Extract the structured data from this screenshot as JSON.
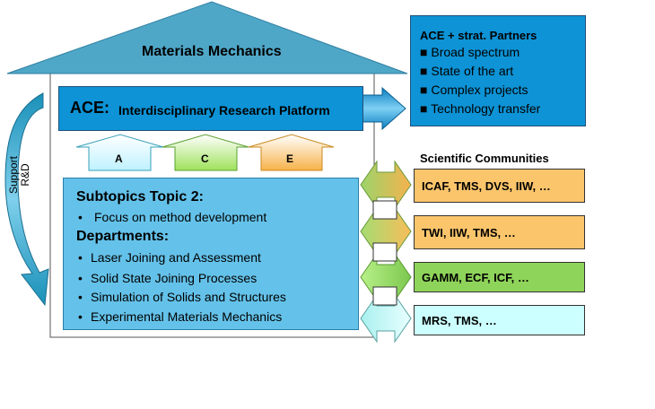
{
  "house": {
    "roof_title": "Materials Mechanics"
  },
  "ace": {
    "prefix": "ACE:",
    "label": "Interdisciplinary  Research Platform"
  },
  "arrows_up": [
    {
      "label": "A",
      "color": "#ccffff"
    },
    {
      "label": "C",
      "color": "#b3f07a"
    },
    {
      "label": "E",
      "color": "#fbc56c"
    }
  ],
  "support": {
    "line1": "Support",
    "line2": "R&D"
  },
  "subtopics": {
    "heading": "Subtopics Topic 2:",
    "focus_bullet": "•",
    "focus": "Focus on method development",
    "departments_heading": "Departments:",
    "departments": [
      "Laser Joining and Assessment",
      "Solid State Joining Processes",
      "Simulation of Solids and Structures",
      "Experimental Materials Mechanics"
    ]
  },
  "partners": {
    "title": "ACE + strat. Partners",
    "items": [
      "Broad spectrum",
      "State of the art",
      "Complex projects",
      "Technology transfer"
    ]
  },
  "communities": {
    "title": "Scientific Communities",
    "items": [
      {
        "text": "ICAF, TMS, DVS, IIW, …",
        "color": "#fbc56c"
      },
      {
        "text": "TWI, IIW, TMS, …",
        "color": "#fbc56c"
      },
      {
        "text": "GAMM,  ECF, ICF, …",
        "color": "#8fd45a"
      },
      {
        "text": "MRS, TMS, …",
        "color": "#ccffff"
      }
    ]
  },
  "colors": {
    "roof": "#4fa7c8",
    "ace_box": "#0d93d6",
    "subtopics_box": "#64c2ea",
    "partners_box": "#0d93d6"
  }
}
